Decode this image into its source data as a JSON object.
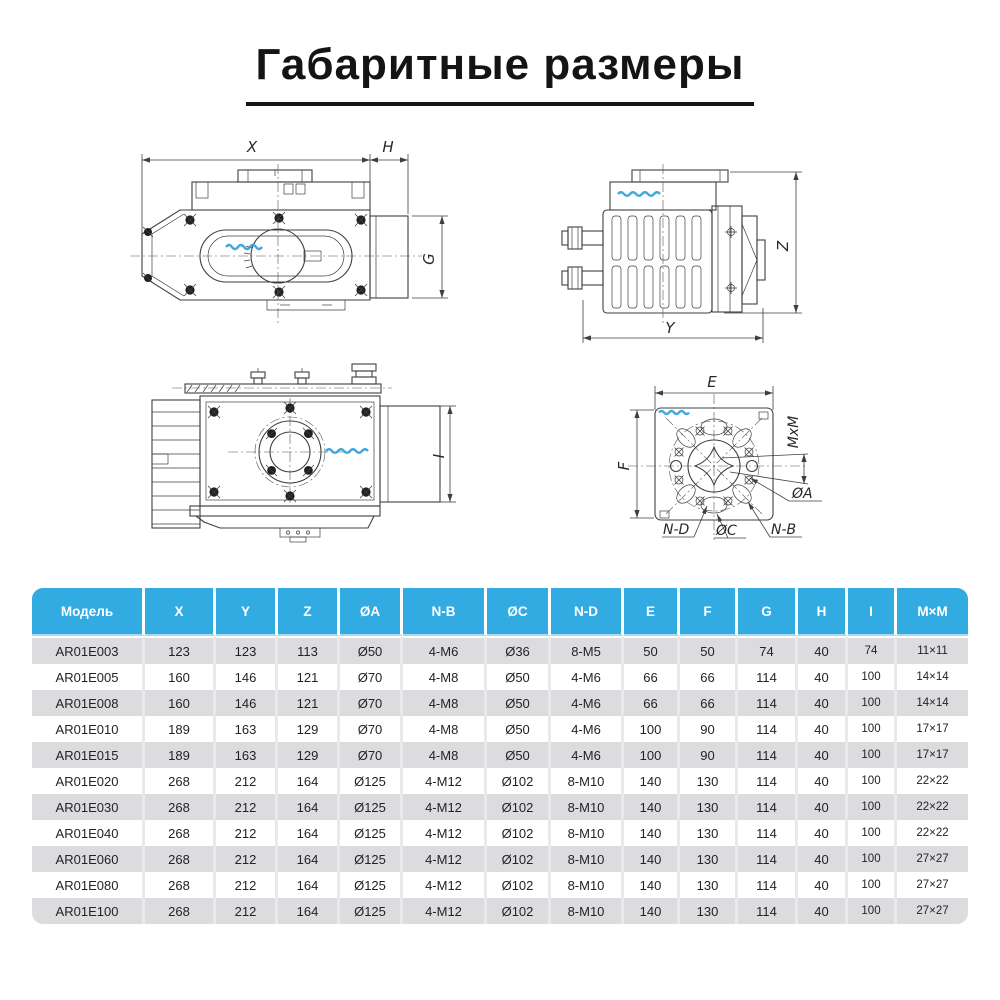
{
  "title": "Габаритные размеры",
  "theme": {
    "header_blue": "#31abe2",
    "header_divider_blue": "#a7d9f2",
    "row_gray": "#dcdcdf",
    "row_white": "#ffffff",
    "separator_gray": "#e9e9ec",
    "text_dark": "#222326",
    "drawing_line": "#3f3f41",
    "brand_blue": "#2f9fd6"
  },
  "drawings": {
    "top_view": {
      "dim_x": "X",
      "dim_h": "H",
      "dim_g": "G"
    },
    "side_view": {
      "dim_z": "Z",
      "dim_y": "Y"
    },
    "front_view": {
      "dim_i": "I"
    },
    "flange_view": {
      "dim_e": "E",
      "dim_f": "F",
      "dim_mxm": "MxM",
      "label_diameter_a": "ØA",
      "label_diameter_c": "ØC",
      "label_n_d": "N-D",
      "label_n_b": "N-B"
    }
  },
  "table": {
    "headers": [
      "Модель",
      "X",
      "Y",
      "Z",
      "ØA",
      "N-B",
      "ØC",
      "N-D",
      "E",
      "F",
      "G",
      "H",
      "I",
      "M×M"
    ],
    "rows": [
      [
        "AR01E003",
        "123",
        "123",
        "113",
        "Ø50",
        "4-M6",
        "Ø36",
        "8-M5",
        "50",
        "50",
        "74",
        "40",
        "74",
        "11×11"
      ],
      [
        "AR01E005",
        "160",
        "146",
        "121",
        "Ø70",
        "4-M8",
        "Ø50",
        "4-M6",
        "66",
        "66",
        "114",
        "40",
        "100",
        "14×14"
      ],
      [
        "AR01E008",
        "160",
        "146",
        "121",
        "Ø70",
        "4-M8",
        "Ø50",
        "4-M6",
        "66",
        "66",
        "114",
        "40",
        "100",
        "14×14"
      ],
      [
        "AR01E010",
        "189",
        "163",
        "129",
        "Ø70",
        "4-M8",
        "Ø50",
        "4-M6",
        "100",
        "90",
        "114",
        "40",
        "100",
        "17×17"
      ],
      [
        "AR01E015",
        "189",
        "163",
        "129",
        "Ø70",
        "4-M8",
        "Ø50",
        "4-M6",
        "100",
        "90",
        "114",
        "40",
        "100",
        "17×17"
      ],
      [
        "AR01E020",
        "268",
        "212",
        "164",
        "Ø125",
        "4-M12",
        "Ø102",
        "8-M10",
        "140",
        "130",
        "114",
        "40",
        "100",
        "22×22"
      ],
      [
        "AR01E030",
        "268",
        "212",
        "164",
        "Ø125",
        "4-M12",
        "Ø102",
        "8-M10",
        "140",
        "130",
        "114",
        "40",
        "100",
        "22×22"
      ],
      [
        "AR01E040",
        "268",
        "212",
        "164",
        "Ø125",
        "4-M12",
        "Ø102",
        "8-M10",
        "140",
        "130",
        "114",
        "40",
        "100",
        "22×22"
      ],
      [
        "AR01E060",
        "268",
        "212",
        "164",
        "Ø125",
        "4-M12",
        "Ø102",
        "8-M10",
        "140",
        "130",
        "114",
        "40",
        "100",
        "27×27"
      ],
      [
        "AR01E080",
        "268",
        "212",
        "164",
        "Ø125",
        "4-M12",
        "Ø102",
        "8-M10",
        "140",
        "130",
        "114",
        "40",
        "100",
        "27×27"
      ],
      [
        "AR01E100",
        "268",
        "212",
        "164",
        "Ø125",
        "4-M12",
        "Ø102",
        "8-M10",
        "140",
        "130",
        "114",
        "40",
        "100",
        "27×27"
      ]
    ]
  }
}
